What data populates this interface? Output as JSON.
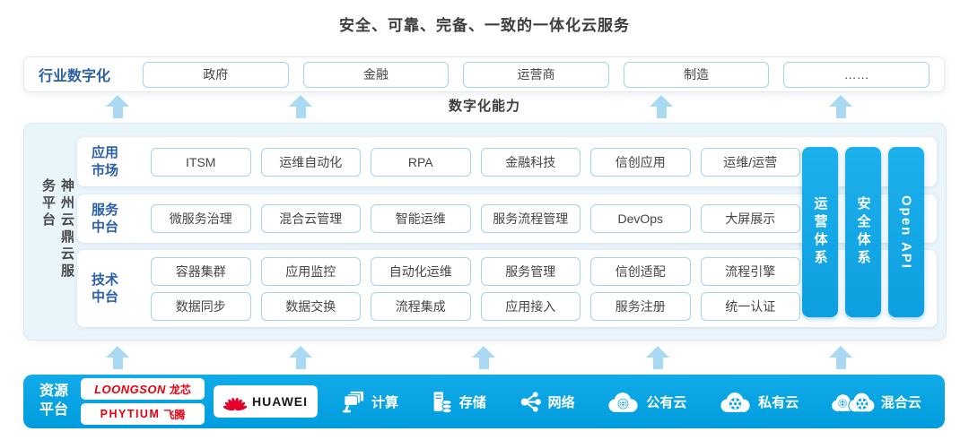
{
  "title": "安全、可靠、完备、一致的一体化云服务",
  "digital_capability_label": "数字化能力",
  "industry_bar": {
    "label": "行业数字化",
    "items": [
      "政府",
      "金融",
      "运营商",
      "制造",
      "……"
    ]
  },
  "platform": {
    "side_label": "神州云鼎云服务平台",
    "rows": [
      {
        "label_lines": [
          "应用",
          "市场"
        ],
        "items": [
          [
            "ITSM",
            "运维自动化",
            "RPA",
            "金融科技",
            "信创应用",
            "运维/运营"
          ]
        ]
      },
      {
        "label_lines": [
          "服务",
          "中台"
        ],
        "items": [
          [
            "微服务治理",
            "混合云管理",
            "智能运维",
            "服务流程管理",
            "DevOps",
            "大屏展示"
          ]
        ]
      },
      {
        "label_lines": [
          "技术",
          "中台"
        ],
        "items": [
          [
            "容器集群",
            "应用监控",
            "自动化运维",
            "服务管理",
            "信创适配",
            "流程引擎"
          ],
          [
            "数据同步",
            "数据交换",
            "流程集成",
            "应用接入",
            "服务注册",
            "统一认证"
          ]
        ]
      }
    ],
    "vertical_bars": [
      "运营体系",
      "安全体系",
      "Open API"
    ]
  },
  "resource_platform": {
    "label_lines": [
      "资源",
      "平台"
    ],
    "vendors": [
      {
        "text": "LOONGSON",
        "suffix": "龙芯"
      },
      {
        "text": "PHYTIUM",
        "suffix": "飞腾"
      },
      {
        "text": "HUAWEI"
      }
    ],
    "capabilities": [
      {
        "icon": "compute-icon",
        "label": "计算"
      },
      {
        "icon": "storage-icon",
        "label": "存储"
      },
      {
        "icon": "network-icon",
        "label": "网络"
      },
      {
        "icon": "public-cloud-icon",
        "label": "公有云"
      },
      {
        "icon": "private-cloud-icon",
        "label": "私有云"
      },
      {
        "icon": "hybrid-cloud-icon",
        "label": "混合云"
      }
    ]
  },
  "colors": {
    "accent_blue": "#2b5fa8",
    "cyan": "#00a4e4",
    "arrow_blue": "#a9d9f3",
    "box_border": "#a6d3ee",
    "panel_bg": "#e9f4fb",
    "dark_text": "#3d3d3d",
    "brand_red": "#e60012"
  }
}
